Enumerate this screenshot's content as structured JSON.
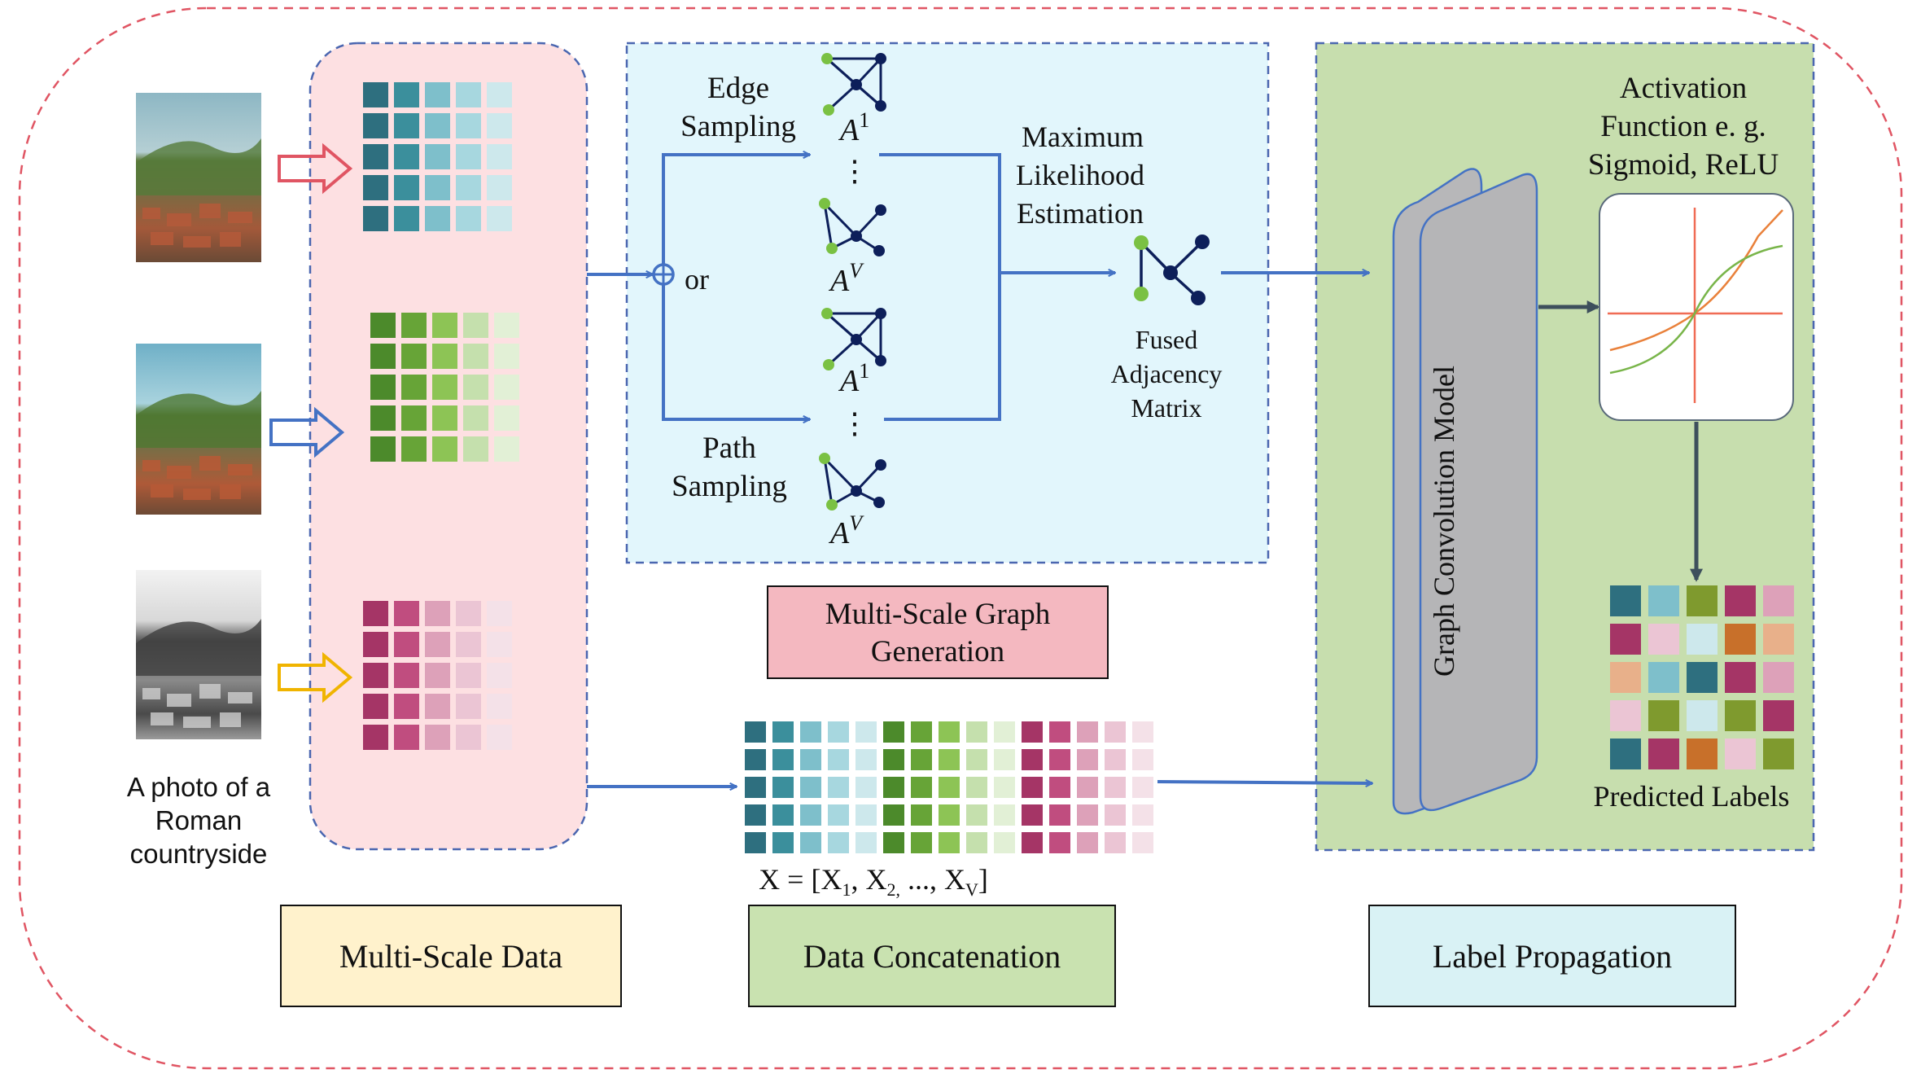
{
  "photo_caption": [
    "A photo of a",
    "Roman",
    "countryside"
  ],
  "edge_sampling": [
    "Edge",
    "Sampling"
  ],
  "path_sampling": [
    "Path",
    "Sampling"
  ],
  "or_label": "or",
  "graph_labels": {
    "a1": "A",
    "a1_sup": "1",
    "av": "A",
    "av_sup": "V"
  },
  "dots": "⋮",
  "mle": [
    "Maximum",
    "Likelihood",
    "Estimation"
  ],
  "fused": [
    "Fused",
    "Adjacency",
    "Matrix"
  ],
  "activation": [
    "Activation",
    "Function e. g.",
    "Sigmoid, ReLU"
  ],
  "gcm_label": "Graph Convolution Model",
  "predicted_labels": "Predicted Labels",
  "multi_scale_graph": [
    "Multi-Scale Graph",
    "Generation"
  ],
  "concat_formula": {
    "open": "X = [X",
    "s1": "1",
    "mid1": ", X",
    "s2": "2,",
    "mid2": " ..., X",
    "sv": "V",
    "close": "]"
  },
  "legend": {
    "multi_scale_data": "Multi-Scale Data",
    "data_concatenation": "Data Concatenation",
    "label_propagation": "Label Propagation"
  },
  "colors": {
    "teal": [
      "#2e6f7f",
      "#3b8f9c",
      "#7ebfcb",
      "#a7d7df",
      "#cde8ec"
    ],
    "green": [
      "#4c8a2b",
      "#67a437",
      "#8dc455",
      "#c5e0ad",
      "#e2f0d6"
    ],
    "pink": [
      "#a53566",
      "#c04d7f",
      "#dda1b9",
      "#ebc5d4",
      "#f4e1e8"
    ],
    "arrow_blue": "#4472c4",
    "graph_navy": "#0d1f5a",
    "graph_green": "#7ac143",
    "outer_border": "#e05563"
  },
  "predicted_grid": [
    [
      "#2e6f7f",
      "#7ebfcb",
      "#7f9a2e",
      "#a53566",
      "#dda1b9"
    ],
    [
      "#a53566",
      "#ebc5d4",
      "#cde8ec",
      "#c8702a",
      "#e8b08a"
    ],
    [
      "#e8b08a",
      "#7ebfcb",
      "#2e6f7f",
      "#a53566",
      "#dda1b9"
    ],
    [
      "#ebc5d4",
      "#7f9a2e",
      "#cde8ec",
      "#7f9a2e",
      "#a53566"
    ],
    [
      "#2e6f7f",
      "#a53566",
      "#c8702a",
      "#ebc5d4",
      "#7f9a2e"
    ]
  ]
}
